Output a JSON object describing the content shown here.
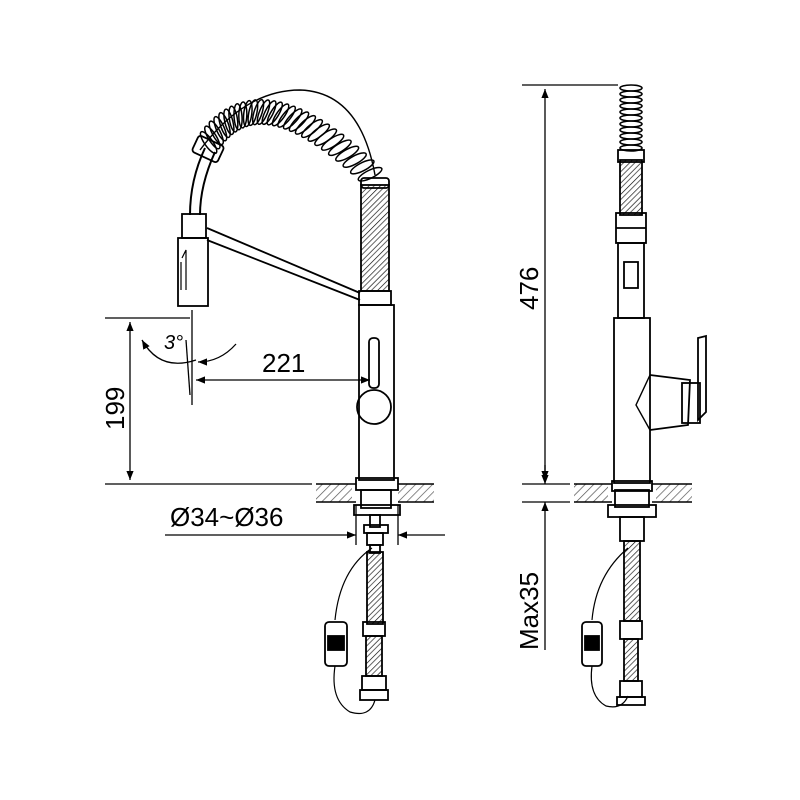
{
  "dimensions": {
    "reach": "221",
    "height_outlet": "199",
    "hole_diameter": "Ø34~Ø36",
    "total_height": "476",
    "max_deck": "Max35",
    "angle": "3°"
  },
  "colors": {
    "line": "#000000",
    "deck_hatch": "#666666",
    "background": "#ffffff"
  }
}
